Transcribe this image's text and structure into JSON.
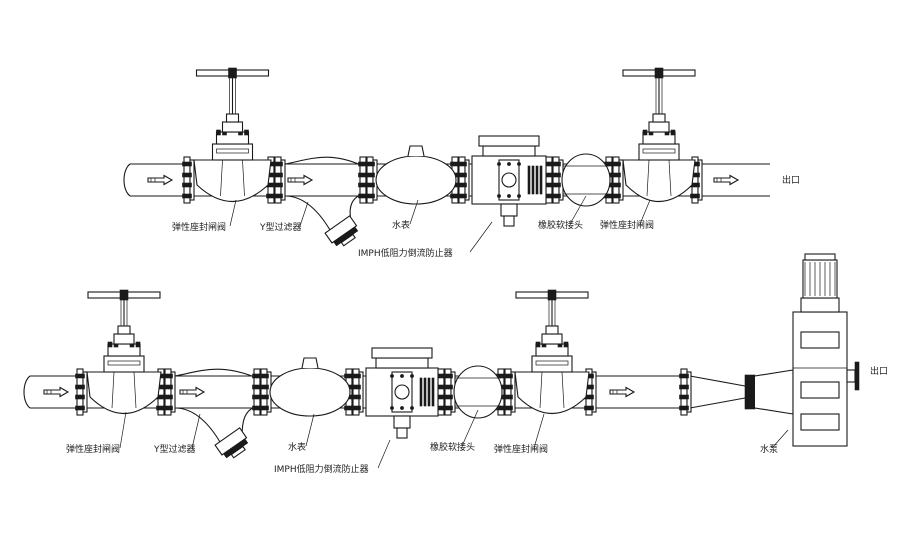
{
  "diagram": {
    "colors": {
      "line": "#1a1a1a",
      "background": "#ffffff"
    },
    "row1": {
      "outlet": "出口",
      "labels": {
        "gate_valve_1": "弹性座封闸阀",
        "y_strainer": "Y型过滤器",
        "water_meter": "水表",
        "backflow_preventer": "IMPH低阻力倒流防止器",
        "rubber_joint": "橡胶软接头",
        "gate_valve_2": "弹性座封闸阀"
      }
    },
    "row2": {
      "outlet": "出口",
      "labels": {
        "gate_valve_1": "弹性座封闸阀",
        "y_strainer": "Y型过滤器",
        "water_meter": "水表",
        "backflow_preventer": "IMPH低阻力倒流防止器",
        "rubber_joint": "橡胶软接头",
        "gate_valve_2": "弹性座封闸阀",
        "pump": "水泵"
      }
    }
  }
}
